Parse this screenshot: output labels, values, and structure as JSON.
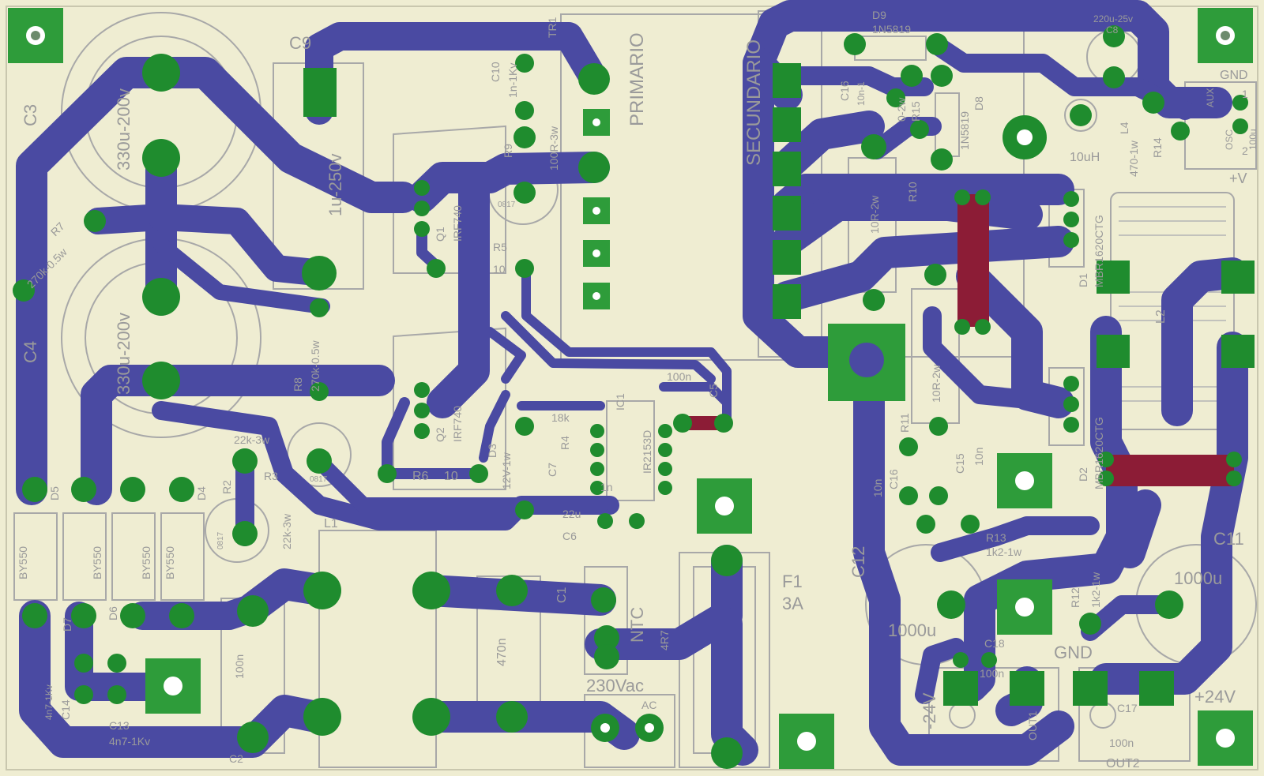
{
  "colors": {
    "board": "#efedd2",
    "trace": "#4a4aa2",
    "pad": "#1f8c2e",
    "bridge": "#8c1c36",
    "silkscreen": "#a8a8a8"
  },
  "labels": {
    "c3": "C3",
    "c4": "C4",
    "c9": "C9",
    "c9_value": "1u-250v",
    "cap_top": "330u-200v",
    "cap_bottom": "330u-200v",
    "r7": "R7",
    "r7_value": "270k-0.5w",
    "r8": "R8",
    "r8_value": "270k-0.5w",
    "tr1": "TR1",
    "c10": "C10",
    "c10_value": "1n-1Kv",
    "r9": "R9",
    "r9_value": "100R-3w",
    "primario": "PRIMARIO",
    "secundario": "SECUNDARIO",
    "q1": "Q1",
    "q1_value": "IRF740",
    "q2": "Q2",
    "q2_value": "IRF740",
    "r5": "R5",
    "r5_value": "10",
    "r6": "R6",
    "r6_value": "10",
    "r3_value": "22k-3w",
    "r3": "R3",
    "r2": "R2",
    "r2_value": "22k-3w",
    "opto": "0817",
    "d5": "D5",
    "d4": "D4",
    "d7": "D7",
    "d6": "D6",
    "by550": "BY550",
    "c14": "C14",
    "c14_value": "4n7-1Kv",
    "c13": "C13",
    "c13_value": "4n7-1Kv",
    "c2_value": "100n",
    "c2": "C2",
    "l1": "L1",
    "c1": "C1",
    "c1_value": "470n",
    "ntc": "NTC",
    "ntc_value": "4R7",
    "f1": "F1",
    "f1_value": "3A",
    "mains": "230Vac",
    "ac": "AC",
    "ic1": "IC1",
    "ic1_value": "IR2153D",
    "r1_value": "18k",
    "c5": "C5",
    "c5_value": "100n",
    "c6": "C6",
    "c6_value": "22u",
    "c7": "C7",
    "c7_value": "1n",
    "d3": "D3",
    "d3_value": "12V-1w",
    "r4": "R4",
    "d9": "D9",
    "d9_value": "1N5819",
    "d8": "D8",
    "d8_value": "1N5819",
    "c8_value": "220u-25v",
    "c8": "C8",
    "r15": "R15",
    "r15_value": "0-2w",
    "c16_value": "10n-1",
    "c16": "C16",
    "r10": "R10",
    "r10_value": "10R-2w",
    "r11": "R11",
    "r11_value": "10R-2w",
    "l4": "L4",
    "l4_value": "10uH",
    "r14": "R14",
    "r14_value": "470-1w",
    "gnd": "GND",
    "aux": "AUX",
    "aux_pin1": "1",
    "aux_pin2": "2",
    "vplus": "+V",
    "osc": "OSC",
    "led_value": "100u",
    "d1": "D1",
    "d1_value": "MBR1620CTG",
    "d2": "D2",
    "d2_value": "MBR1620CTG",
    "l2": "L2",
    "c15": "C15",
    "c15_value": "10n",
    "c16b_value": "10n",
    "c16b": "C16",
    "c12": "C12",
    "c12_value": "1000u",
    "c11": "C11",
    "c11_value": "1000u",
    "r13": "R13",
    "r13_value": "1k2-1w",
    "r12": "R12",
    "r12_value": "1k2-1w",
    "c17": "C17",
    "c17_value": "100n",
    "c18": "C18",
    "c18_value": "100n",
    "out1": "OUT1",
    "out2": "OUT2",
    "minus24": "-24V",
    "plus24": "+24V",
    "gnd2": "GND"
  }
}
